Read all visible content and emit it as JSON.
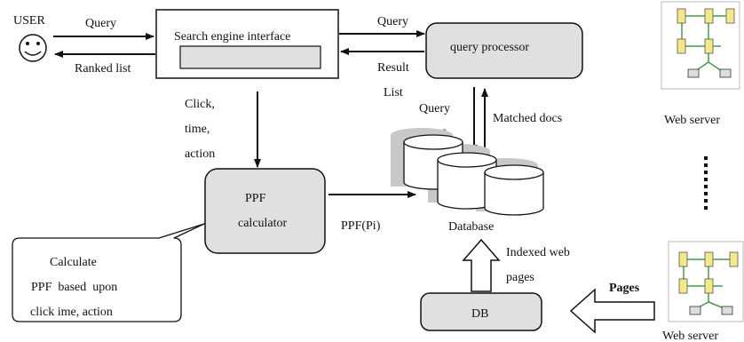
{
  "user": {
    "label": "USER"
  },
  "search_interface": {
    "label": "Search engine interface"
  },
  "query_processor": {
    "label": "query processor"
  },
  "ppf_calculator": {
    "line1": "PPF",
    "line2": "calculator"
  },
  "db": {
    "label": "DB"
  },
  "database": {
    "label": "Database"
  },
  "callout": {
    "line1": "Calculate",
    "line2": "PPF  based  upon",
    "line3": "click ime, action"
  },
  "arrows": {
    "query_to_interface": "Query",
    "ranked_list": "Ranked list",
    "query_to_processor": "Query",
    "result_list_line1": "Result",
    "result_list_line2": "List",
    "click_line1": "Click,",
    "click_line2": "time,",
    "click_line3": "action",
    "query_terms_line1": "Query",
    "query_terms_line2": "terms",
    "matched_docs": "Matched docs",
    "ppf_pi": "PPF(Pi)",
    "indexed_line1": "Indexed web",
    "indexed_line2": "pages",
    "pages": "Pages"
  },
  "web_servers": [
    {
      "label": "Web server"
    },
    {
      "label": "Web server"
    }
  ],
  "colors": {
    "box_fill": "#e0e0e0",
    "interface_fill": "#ffffff",
    "cylinder_shadow": "#c8c8c8",
    "stroke": "#111111",
    "server_yellow": "#f4e98a",
    "server_green": "#4a9a4a"
  },
  "icons": {
    "user": "smiley-face-icon",
    "web_server": "network-nodes-icon"
  }
}
